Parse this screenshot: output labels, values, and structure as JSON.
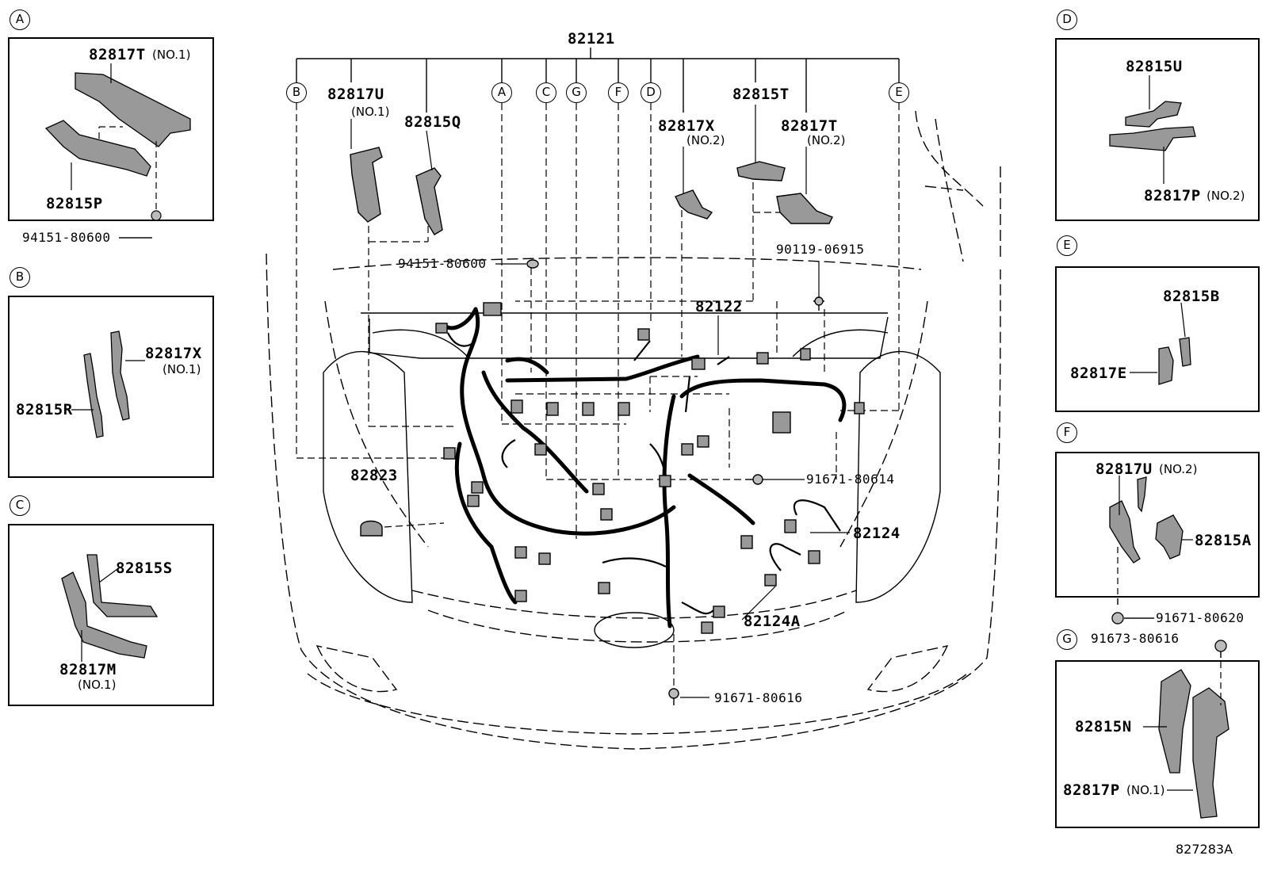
{
  "main": {
    "top_part": "82121",
    "callouts": [
      "B",
      "A",
      "C",
      "G",
      "F",
      "D",
      "E"
    ],
    "labels": {
      "p82817U": "82817U",
      "p82817U_note": "(NO.1)",
      "p82815Q": "82815Q",
      "p82817X": "82817X",
      "p82817X_note": "(NO.2)",
      "p82815T": "82815T",
      "p82817T": "82817T",
      "p82817T_note": "(NO.2)",
      "p94151": "94151-80600",
      "p90119": "90119-06915",
      "p82122": "82122",
      "p82823": "82823",
      "p91671_614": "91671-80614",
      "p82124": "82124",
      "p82124A": "82124A",
      "p91671_616": "91671-80616"
    }
  },
  "panels": {
    "A": {
      "letter": "A",
      "p1": "82817T",
      "p1_note": "(NO.1)",
      "p2": "82815P",
      "bolt": "94151-80600"
    },
    "B": {
      "letter": "B",
      "p1": "82817X",
      "p1_note": "(NO.1)",
      "p2": "82815R"
    },
    "C": {
      "letter": "C",
      "p1": "82815S",
      "p2": "82817M",
      "p2_note": "(NO.1)"
    },
    "D": {
      "letter": "D",
      "p1": "82815U",
      "p2": "82817P",
      "p2_note": "(NO.2)"
    },
    "E": {
      "letter": "E",
      "p1": "82815B",
      "p2": "82817E"
    },
    "F": {
      "letter": "F",
      "p1": "82817U",
      "p1_note": "(NO.2)",
      "p2": "82815A",
      "bolt": "91671-80620"
    },
    "G": {
      "letter": "G",
      "p1": "82815N",
      "p2": "82817P",
      "p2_note": "(NO.1)",
      "bolt": "91673-80616"
    }
  },
  "figure_id": "827283A"
}
